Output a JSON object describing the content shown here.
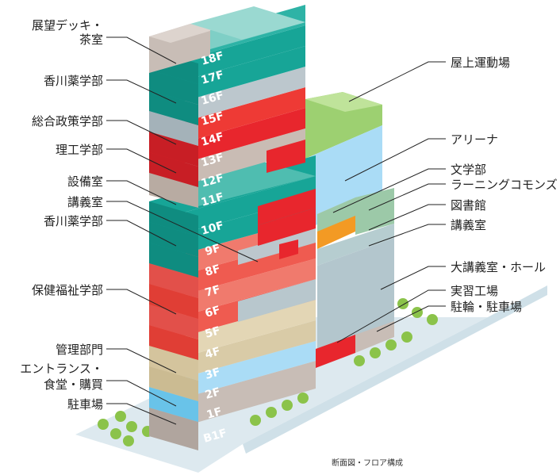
{
  "caption": "断面図・フロア構成",
  "floors": {
    "f18": "18F",
    "f17": "17F",
    "f16": "16F",
    "f15": "15F",
    "f14": "14F",
    "f13": "13F",
    "f12": "12F",
    "f11": "11F",
    "f10": "10F",
    "f9": "9F",
    "f8": "8F",
    "f7": "7F",
    "f6": "6F",
    "f5": "5F",
    "f4": "4F",
    "f3": "3F",
    "f2": "2F",
    "f1": "1F",
    "b1": "B1F"
  },
  "left_labels": {
    "deck_line1": "展望デッキ・",
    "deck_line2": "茶室",
    "pharmacy_upper": "香川薬学部",
    "policy": "総合政策学部",
    "engineering": "理工学部",
    "facility": "設備室",
    "lecture": "講義室",
    "pharmacy_lower": "香川薬学部",
    "welfare": "保健福祉学部",
    "admin": "管理部門",
    "entrance_line1": "エントランス・",
    "entrance_line2": "食堂・購買",
    "parking": "駐車場"
  },
  "right_labels": {
    "rooftop": "屋上運動場",
    "arena": "アリーナ",
    "literature": "文学部",
    "learning_commons": "ラーニングコモンズ",
    "library": "図書館",
    "lecture": "講義室",
    "hall": "大講義室・ホール",
    "workshop": "実習工場",
    "bike_parking": "駐輪・駐車場"
  },
  "colors": {
    "teal": "#17a597",
    "teal_light": "#7fcfc6",
    "gray": "#bcc7cd",
    "red": "#e8262d",
    "salmon": "#ef5b50",
    "beige": "#d9cba7",
    "blue": "#69c3e9",
    "lightblue": "#aadcf6",
    "green": "#9dd071",
    "orange": "#f39a24",
    "deck": "#c8bdb6",
    "ground": "#dde9ef",
    "tree": "#8bc34a"
  }
}
